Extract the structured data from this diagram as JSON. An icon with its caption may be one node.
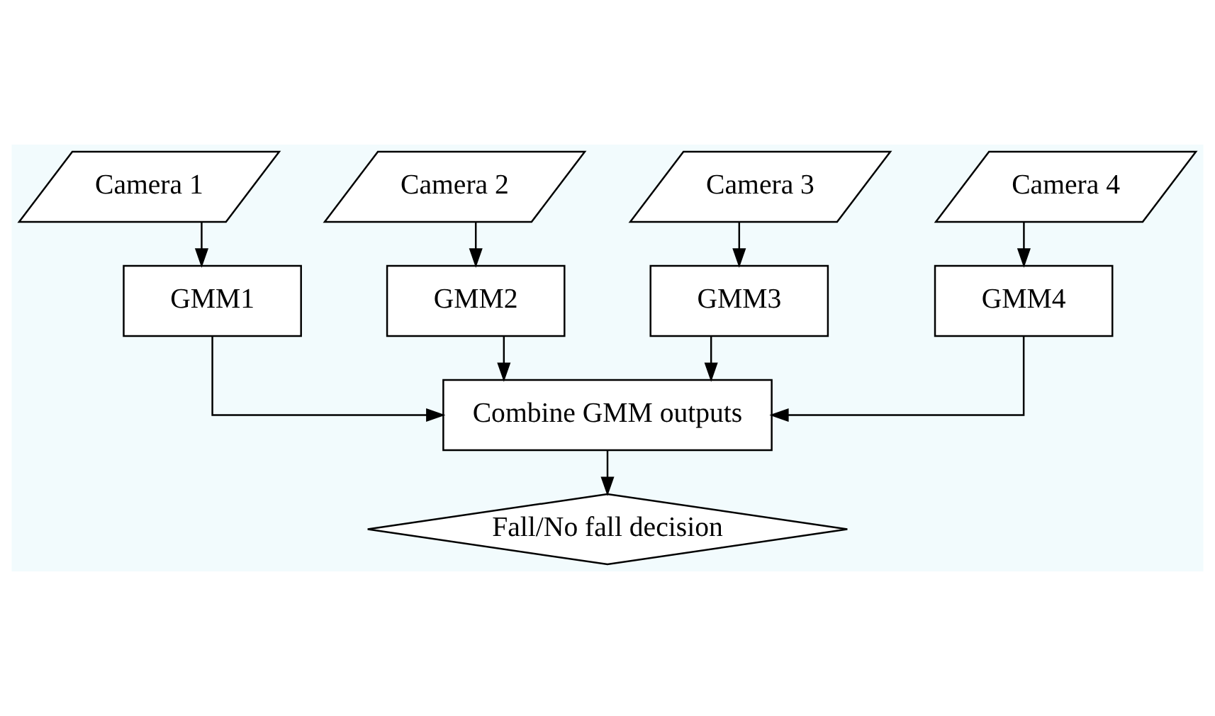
{
  "diagram": {
    "nodes": [
      {
        "text": [
          "Camera 1"
        ]
      },
      {
        "text": [
          "Camera 2"
        ]
      },
      {
        "text": [
          "Camera 3"
        ]
      },
      {
        "text": [
          "Camera 4"
        ]
      },
      {
        "text": [
          "GMM1"
        ]
      },
      {
        "text": [
          "GMM2"
        ]
      },
      {
        "text": [
          "GMM3"
        ]
      },
      {
        "text": [
          "GMM4"
        ]
      },
      {
        "text": [
          "Combine GMM outputs"
        ]
      },
      {
        "text": [
          "Fall/No fall decision"
        ]
      }
    ],
    "edges": [
      {
        "from": 0,
        "to": 4,
        "arrow": "to"
      },
      {
        "from": 1,
        "to": 5,
        "arrow": "to"
      },
      {
        "from": 2,
        "to": 6,
        "arrow": "to"
      },
      {
        "from": 3,
        "to": 7,
        "arrow": "to"
      },
      {
        "from": 4,
        "to": 8,
        "arrow": "to"
      },
      {
        "from": 5,
        "to": 8,
        "arrow": "to"
      },
      {
        "from": 6,
        "to": 8,
        "arrow": "to"
      },
      {
        "from": 7,
        "to": 8,
        "arrow": "to"
      },
      {
        "from": 8,
        "to": 9,
        "arrow": "to"
      }
    ]
  }
}
